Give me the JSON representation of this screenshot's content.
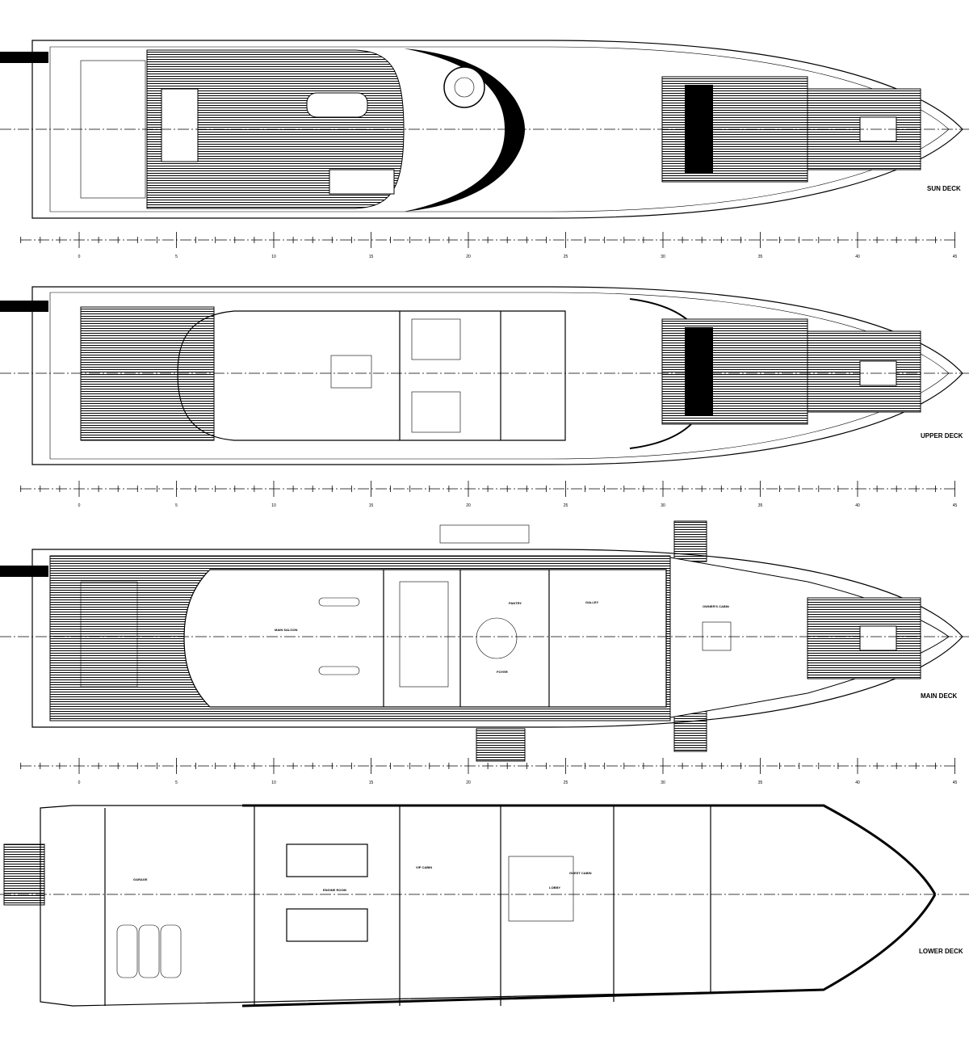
{
  "decks": [
    {
      "id": "sun",
      "label": "SUN DECK"
    },
    {
      "id": "upper",
      "label": "UPPER DECK"
    },
    {
      "id": "main",
      "label": "MAIN DECK"
    },
    {
      "id": "lower",
      "label": "LOWER DECK"
    }
  ],
  "scale": {
    "ticks": [
      "0",
      "5",
      "10",
      "15",
      "20",
      "25",
      "30",
      "35",
      "40",
      "45"
    ]
  },
  "rooms": {
    "main_saloon": "MAIN SALOON",
    "foyer": "FOYER",
    "galley": "GALLEY",
    "pantry": "PANTRY",
    "owners_cabin": "OWNER'S CABIN",
    "garage": "GARAGE",
    "engine_room": "ENGINE ROOM",
    "lobby": "LOBBY",
    "vip_cabin": "VIP CABIN",
    "guest_cabin": "GUEST CABIN"
  },
  "colors": {
    "line": "#000000",
    "background": "#ffffff",
    "hull_fill": "#ffffff"
  }
}
